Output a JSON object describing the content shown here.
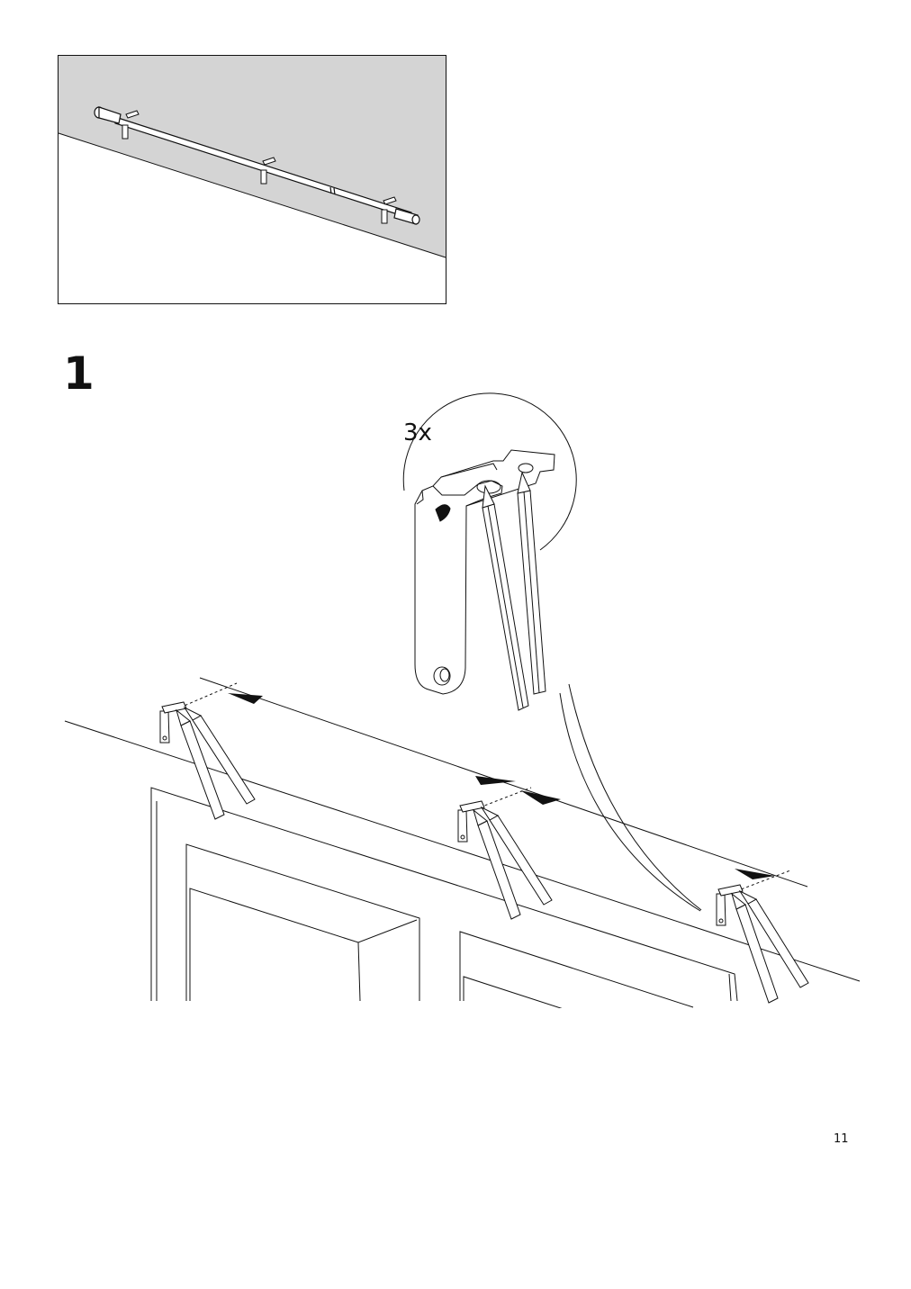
{
  "step": {
    "number": "1",
    "quantity_label": "3x"
  },
  "page": {
    "number": "11"
  },
  "icons": {
    "overview": "curtain-rod-installed-illustration",
    "detail": "bracket-marking-detail-illustration",
    "tools": "pencil-icon"
  },
  "colors": {
    "wall_shade": "#d4d4d4",
    "line": "#111111"
  }
}
